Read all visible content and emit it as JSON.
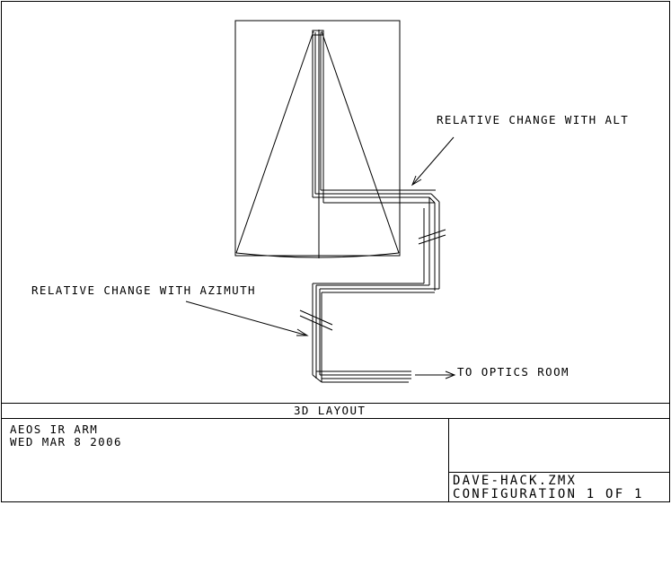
{
  "annotations": {
    "alt_label": "RELATIVE CHANGE WITH ALT",
    "azimuth_label": "RELATIVE CHANGE WITH AZIMUTH",
    "optics_label": "TO OPTICS ROOM"
  },
  "title_block": {
    "layout_title": "3D LAYOUT",
    "system_name": "AEOS IR ARM",
    "date": "WED MAR 8 2006",
    "file_name": "DAVE-HACK.ZMX",
    "configuration": "CONFIGURATION 1 OF 1"
  },
  "colors": {
    "line": "#000000",
    "background": "#ffffff"
  }
}
